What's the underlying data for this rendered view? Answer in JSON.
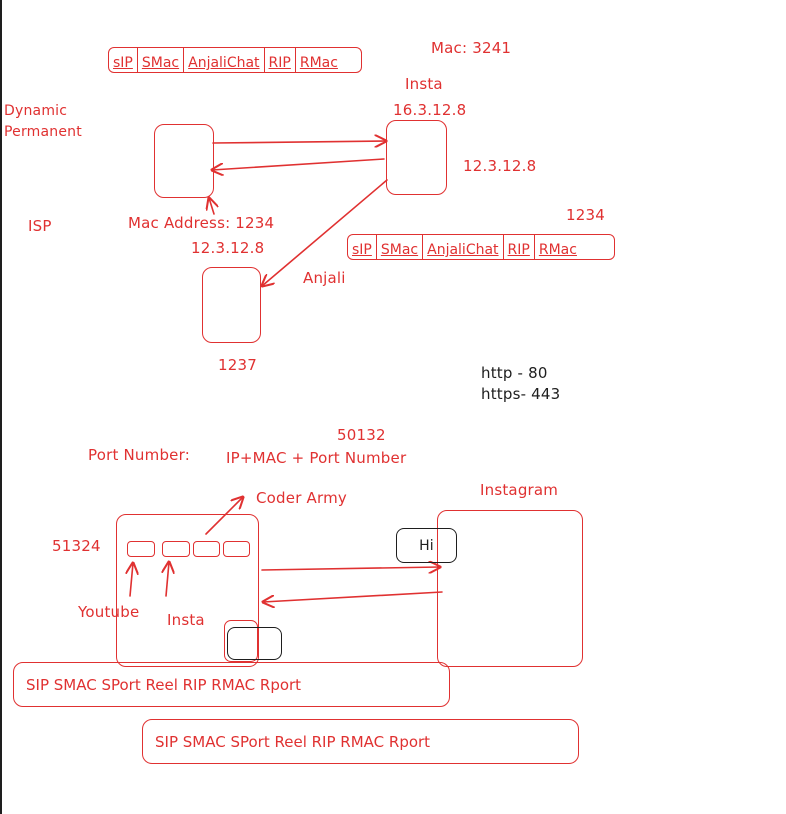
{
  "labels": {
    "mac_top": "Mac: 3241",
    "insta": "Insta",
    "ip_insta": "16.3.12.8",
    "dynamic": "Dynamic",
    "permanent": "Permanent",
    "ip_right": "12.3.12.8",
    "isp": "ISP",
    "mac_address": "Mac Address: 1234",
    "ip_left": "12.3.12.8",
    "num_1234": "1234",
    "anjali": "Anjali",
    "num_1237": "1237",
    "http": "http - 80",
    "https": "https- 443",
    "num_50132": "50132",
    "port_number": "Port Number:",
    "ip_mac_port": "IP+MAC + Port Number",
    "coder_army": "Coder Army",
    "instagram": "Instagram",
    "num_51324": "51324",
    "hi": "Hi",
    "youtube": "Youtube",
    "insta_tab": "Insta"
  },
  "packet_header_top": [
    "sIP",
    "SMac",
    "AnjaliChat",
    "RIP",
    "RMac"
  ],
  "packet_header_mid": [
    "sIP",
    "SMac",
    "AnjaliChat",
    "RIP",
    "RMac"
  ],
  "strips": {
    "bottom_1": "SIP SMAC SPort Reel RIP RMAC Rport",
    "bottom_2": "SIP SMAC SPort Reel RIP RMAC Rport"
  },
  "colors": {
    "accent_red": "#e03131",
    "ink_black": "#1e1e1e",
    "background": "#ffffff"
  }
}
